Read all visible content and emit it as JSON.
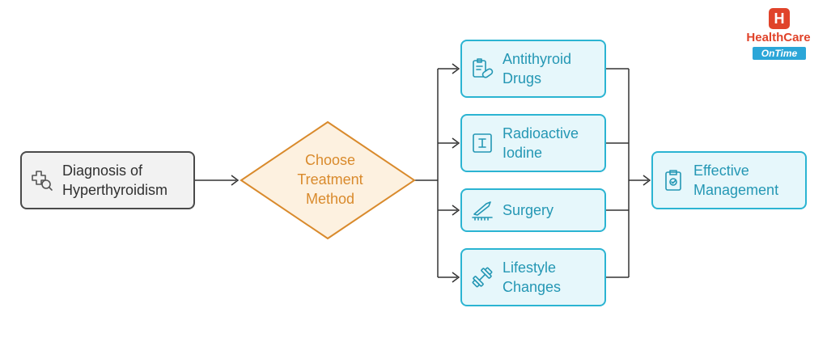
{
  "diagram": {
    "diagnosis": {
      "label": "Diagnosis of\nHyperthyroidism",
      "icon": "medical-search-icon"
    },
    "decision": {
      "label": "Choose\nTreatment\nMethod"
    },
    "options": [
      {
        "label": "Antithyroid\nDrugs",
        "icon": "prescription-pill-icon"
      },
      {
        "label": "Radioactive\nIodine",
        "icon": "radioactive-badge-icon"
      },
      {
        "label": "Surgery",
        "icon": "scalpel-icon"
      },
      {
        "label": "Lifestyle\nChanges",
        "icon": "dumbbell-icon"
      }
    ],
    "result": {
      "label": "Effective\nManagement",
      "icon": "clipboard-check-icon"
    }
  },
  "logo": {
    "badge": "H",
    "name": "HealthCare",
    "tagline": "OnTime"
  },
  "colors": {
    "accent": "#2bb4d2",
    "accent_text": "#2497b4",
    "accent_fill": "#e6f7fb",
    "decision": "#d98a2c",
    "decision_fill": "#fdf1e0",
    "neutral_border": "#4a4a4a",
    "neutral_fill": "#f2f2f2",
    "connector": "#333333",
    "brand": "#e0432a",
    "brand_secondary": "#2ba6d8"
  }
}
